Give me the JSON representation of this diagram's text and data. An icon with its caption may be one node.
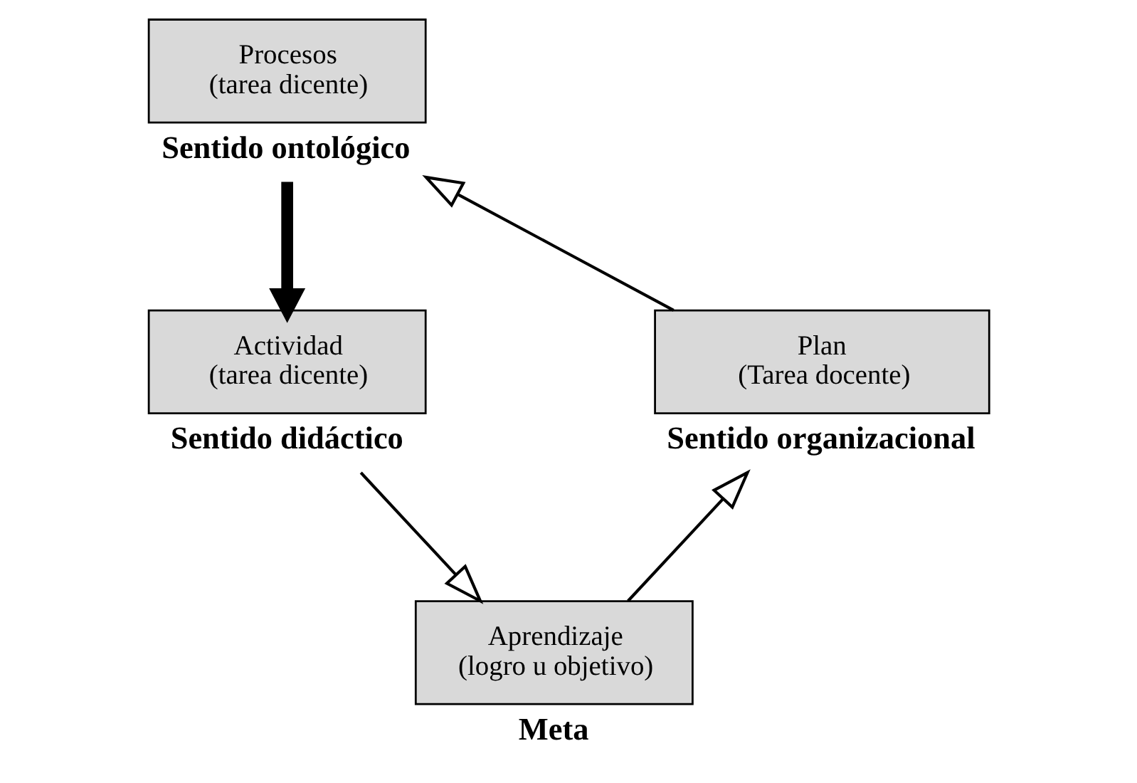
{
  "diagram": {
    "nodes": [
      {
        "text": [
          "Procesos",
          "(tarea dicente)"
        ],
        "beside": [
          "Sentido ontológico"
        ]
      },
      {
        "text": [
          "Actividad",
          "(tarea dicente)"
        ],
        "beside": [
          "Sentido didáctico"
        ]
      },
      {
        "text": [
          "Aprendizaje",
          "(logro u objetivo)"
        ],
        "beside": [
          "Meta"
        ]
      },
      {
        "text": [
          "Plan",
          "(Tarea docente)"
        ],
        "beside": [
          "Sentido organizacional"
        ]
      }
    ],
    "edges": [
      {
        "from": 3,
        "to": 0,
        "arrow": "to"
      },
      {
        "from": 0,
        "to": 1,
        "arrow": "to",
        "style": "thick"
      },
      {
        "from": 1,
        "to": 2,
        "arrow": "to"
      },
      {
        "from": 2,
        "to": 3,
        "arrow": "to"
      }
    ]
  }
}
